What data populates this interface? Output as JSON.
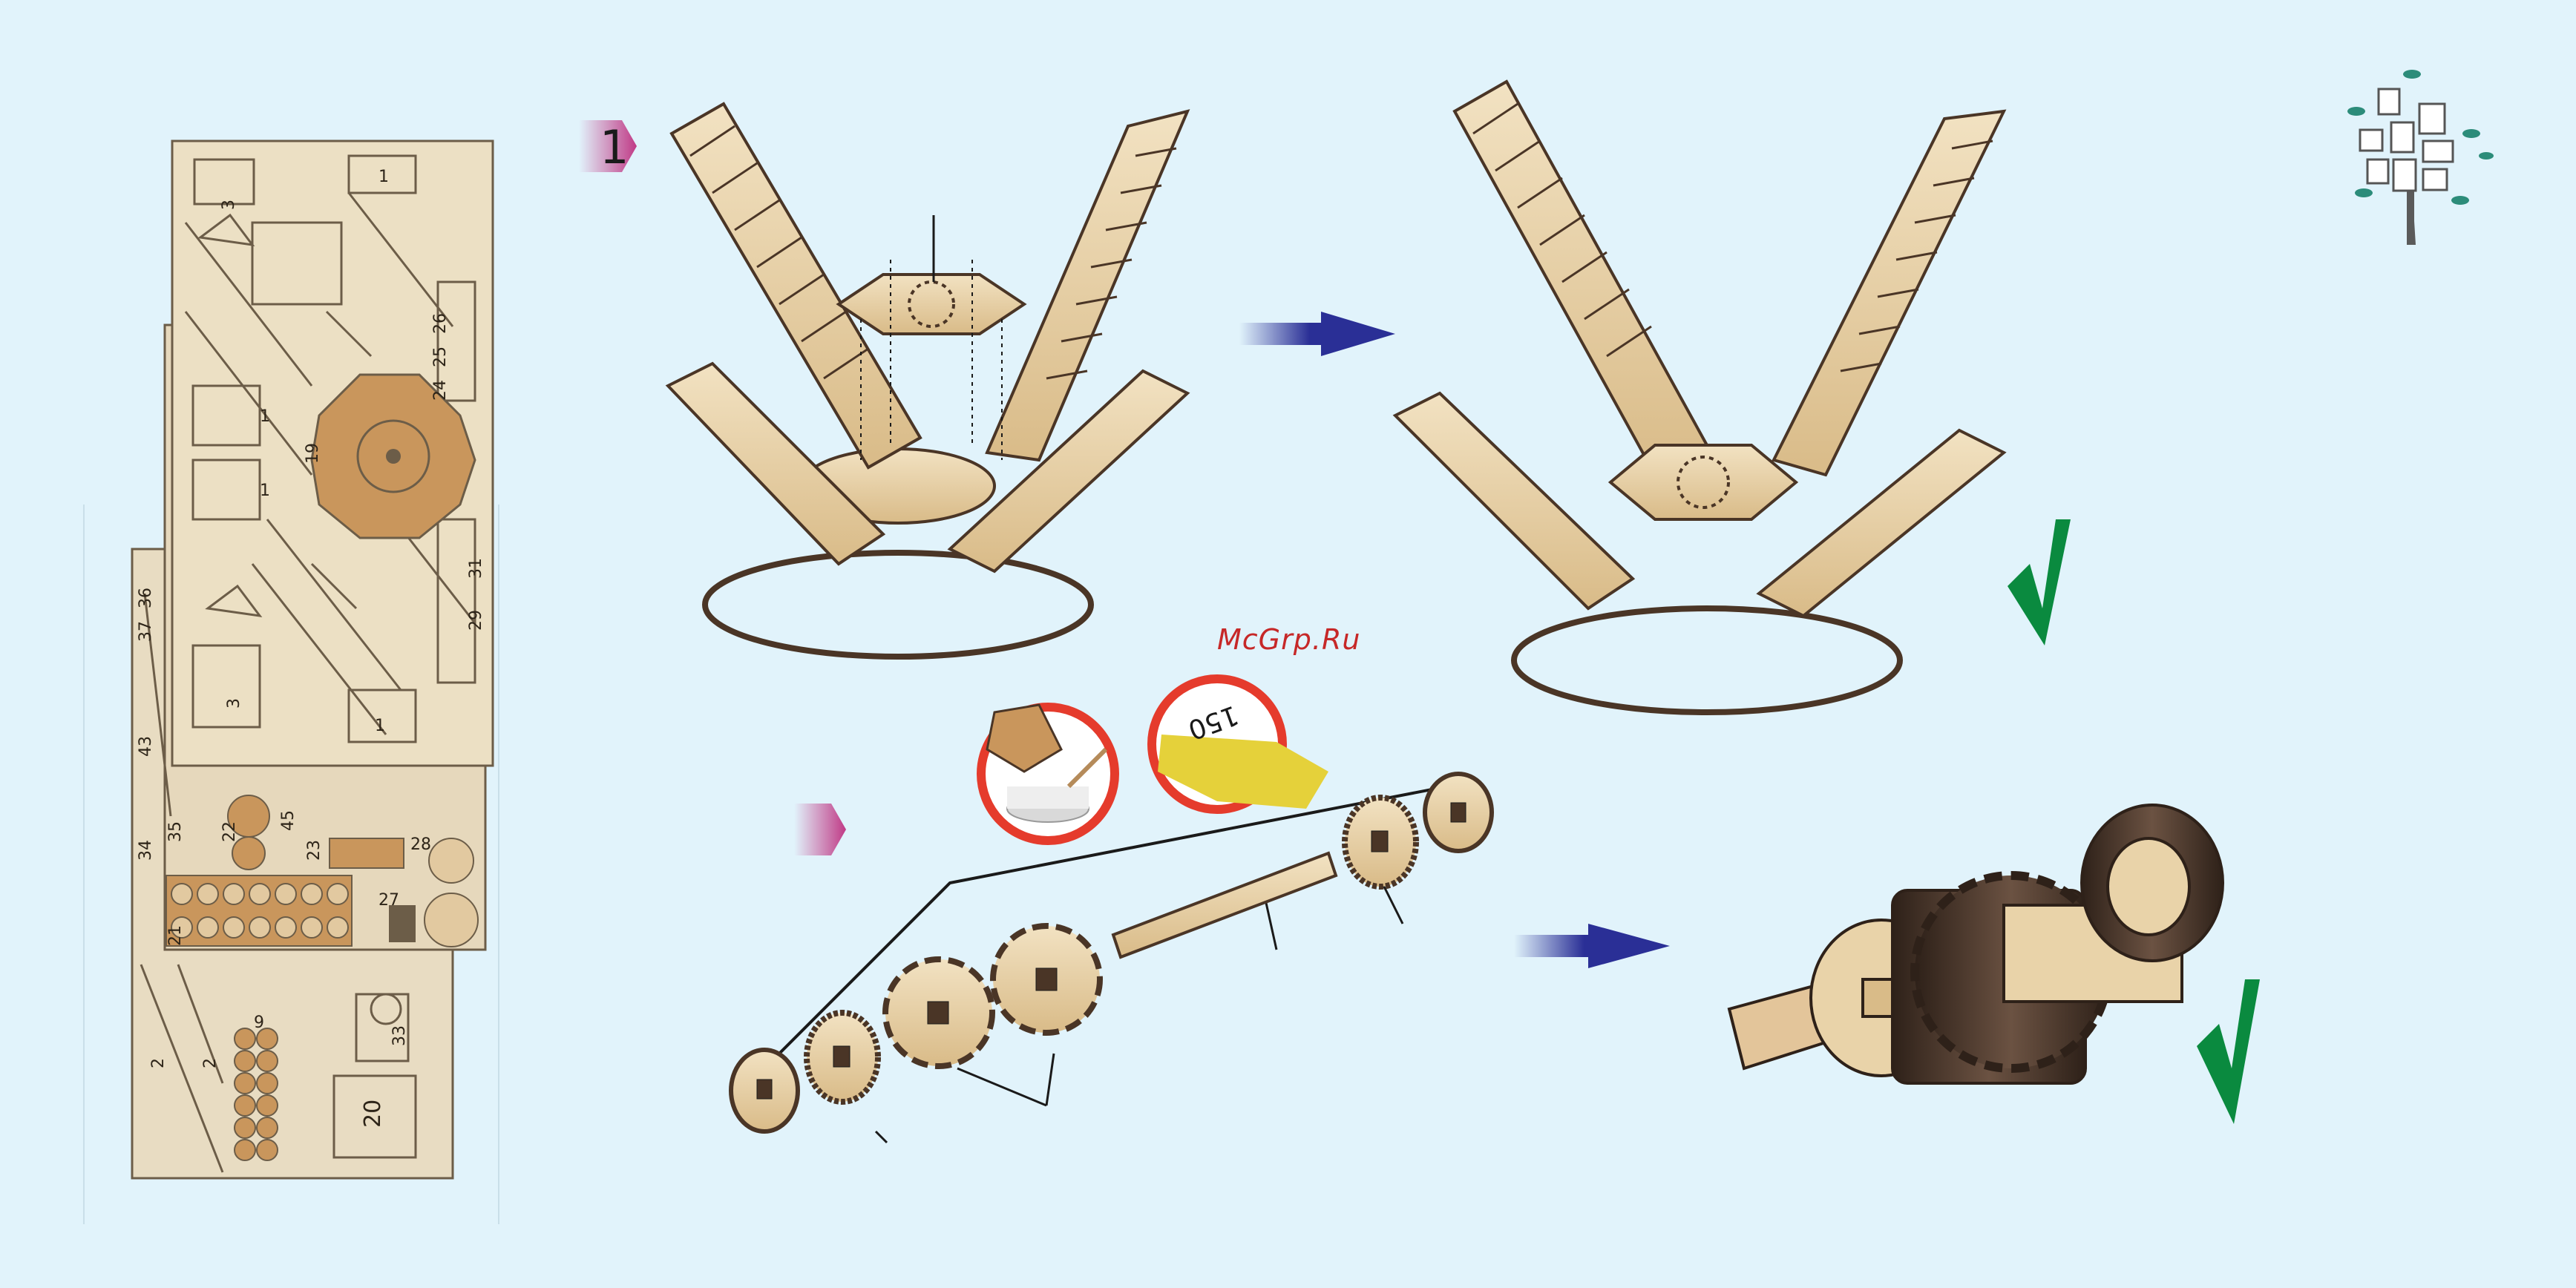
{
  "watermark": "McGrp.Ru",
  "step": {
    "number": "1"
  },
  "parts_sheet": {
    "labels_top_sheet": [
      "3",
      "1",
      "26",
      "25",
      "24",
      "19",
      "1",
      "1",
      "31",
      "29",
      "3",
      "1"
    ],
    "labels_bottom_sheets": [
      "36",
      "37",
      "43",
      "34",
      "35",
      "22",
      "45",
      "23",
      "28",
      "27",
      "21",
      "9",
      "2",
      "2",
      "33",
      "20"
    ]
  },
  "icons": {
    "logo": "family-tree-logo-icon",
    "glue": "glue-pot-icon",
    "sandpaper": "sandpaper-150-icon",
    "check": "check-mark-icon",
    "arrow": "right-arrow-icon"
  },
  "sandpaper_grit": "150",
  "colors": {
    "background": "#e1f3fb",
    "wood_light": "#e9d3a9",
    "wood_dark": "#4a3526",
    "arrow_blue": "#2a2f96",
    "check_green": "#0a8a3f",
    "warn_red": "#e53b2c",
    "step_marker": "#c03a86"
  }
}
